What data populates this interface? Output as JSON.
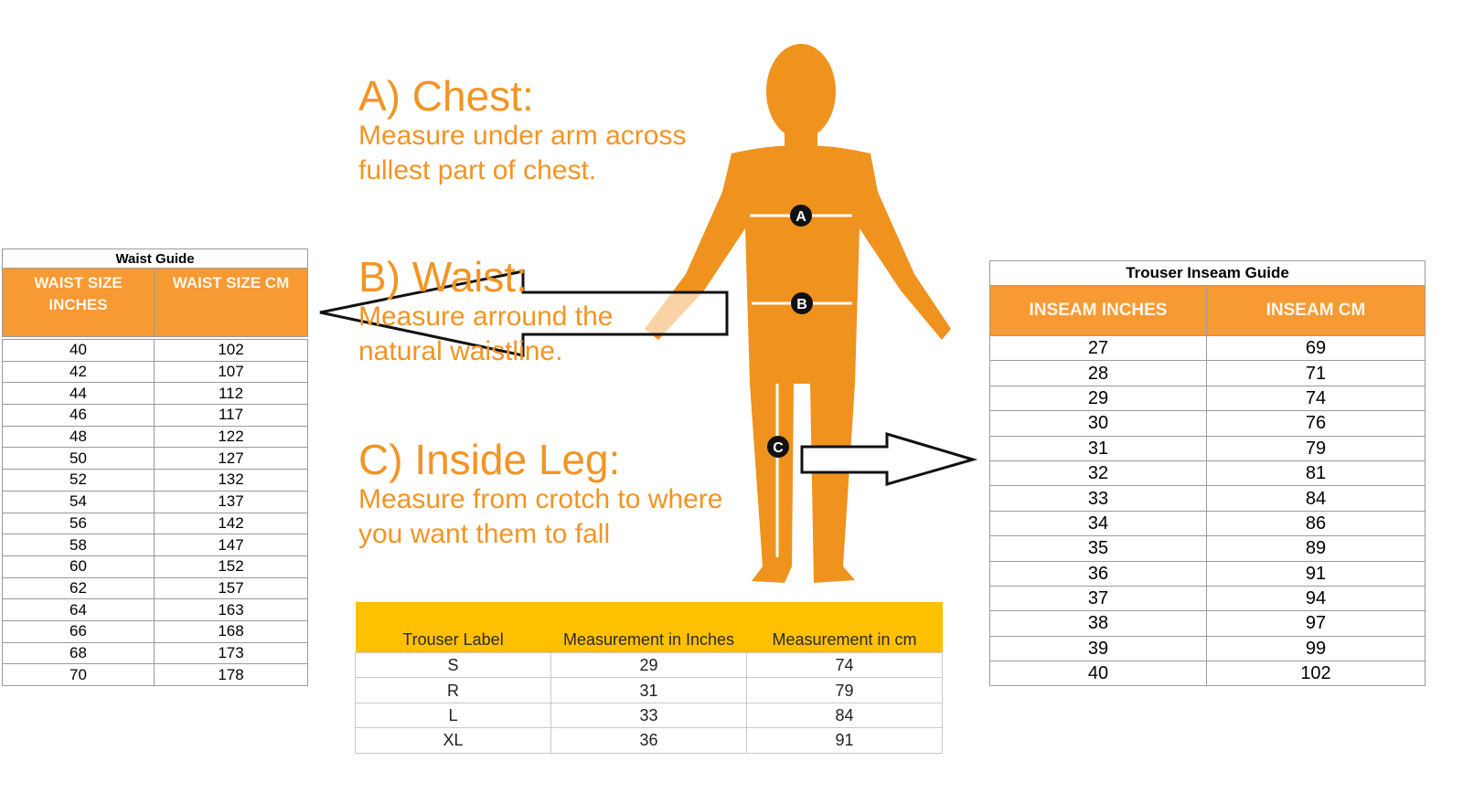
{
  "waist_guide": {
    "caption": "Waist Guide",
    "headers": [
      "WAIST SIZE INCHES",
      "WAIST SIZE CM"
    ],
    "rows": [
      [
        "40",
        "102"
      ],
      [
        "42",
        "107"
      ],
      [
        "44",
        "112"
      ],
      [
        "46",
        "117"
      ],
      [
        "48",
        "122"
      ],
      [
        "50",
        "127"
      ],
      [
        "52",
        "132"
      ],
      [
        "54",
        "137"
      ],
      [
        "56",
        "142"
      ],
      [
        "58",
        "147"
      ],
      [
        "60",
        "152"
      ],
      [
        "62",
        "157"
      ],
      [
        "64",
        "163"
      ],
      [
        "66",
        "168"
      ],
      [
        "68",
        "173"
      ],
      [
        "70",
        "178"
      ]
    ]
  },
  "inseam_guide": {
    "caption": "Trouser Inseam Guide",
    "headers": [
      "INSEAM INCHES",
      "INSEAM CM"
    ],
    "rows": [
      [
        "27",
        "69"
      ],
      [
        "28",
        "71"
      ],
      [
        "29",
        "74"
      ],
      [
        "30",
        "76"
      ],
      [
        "31",
        "79"
      ],
      [
        "32",
        "81"
      ],
      [
        "33",
        "84"
      ],
      [
        "34",
        "86"
      ],
      [
        "35",
        "89"
      ],
      [
        "36",
        "91"
      ],
      [
        "37",
        "94"
      ],
      [
        "38",
        "97"
      ],
      [
        "39",
        "99"
      ],
      [
        "40",
        "102"
      ]
    ]
  },
  "trouser_labels": {
    "headers": [
      "Trouser Label",
      "Measurement in Inches",
      "Measurement in cm"
    ],
    "rows": [
      [
        "S",
        "29",
        "74"
      ],
      [
        "R",
        "31",
        "79"
      ],
      [
        "L",
        "33",
        "84"
      ],
      [
        "XL",
        "36",
        "91"
      ]
    ]
  },
  "instructions": {
    "chest": {
      "title": "A) Chest:",
      "text": "Measure under arm across\nfullest part of chest."
    },
    "waist": {
      "title": "B) Waist:",
      "text": "Measure arround the\nnatural waistline."
    },
    "leg": {
      "title": "C) Inside Leg:",
      "text": "Measure from crotch to where\nyou want them to fall"
    }
  },
  "figure": {
    "markers": [
      "A",
      "B",
      "C"
    ],
    "body_color": "#f0921e",
    "accent_color": "#f79a33",
    "label_header_color": "#ffc000"
  }
}
